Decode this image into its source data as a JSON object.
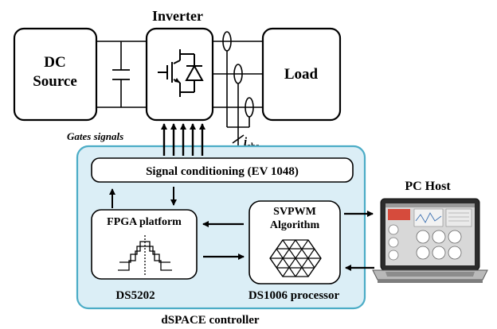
{
  "labels": {
    "inverter": "Inverter",
    "dc_source_line1": "DC",
    "dc_source_line2": "Source",
    "load": "Load",
    "gates_signals": "Gates signals",
    "current_symbol": "i",
    "current_subscript": "abc",
    "signal_conditioning": "Signal conditioning (EV 1048)",
    "fpga_platform": "FPGA platform",
    "svpwm_line1": "SVPWM",
    "svpwm_line2": "Algorithm",
    "ds5202": "DS5202",
    "ds1006": "DS1006 processor",
    "pc_host": "PC Host",
    "dspace_controller": "dSPACE controller"
  },
  "colors": {
    "controller_fill": "#dbeef6",
    "controller_border": "#4bacc6",
    "box_fill": "#ffffff",
    "line": "#000000"
  }
}
